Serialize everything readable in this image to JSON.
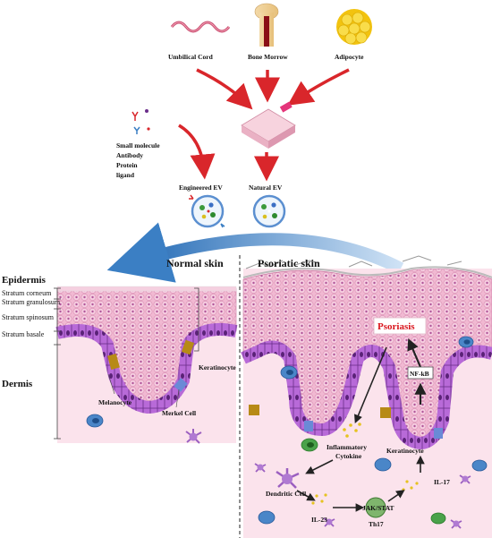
{
  "sources": {
    "umbilical": "Umbilical Cord",
    "bone": "Bone Morrow",
    "adipocyte": "Adipocyte"
  },
  "cargo": [
    "Small molecule",
    "Antibody",
    "Protein",
    "ligand"
  ],
  "ev": {
    "engineered": "Engineered EV",
    "natural": "Natural EV"
  },
  "skin": {
    "normal": "Normal skin",
    "psoriatic": "Psoriatic skin"
  },
  "layers": {
    "epidermis": "Epidermis",
    "corneum": "Stratum corneum",
    "granulosum": "Stratum granulosum",
    "spinosum": "Stratum spinosum",
    "basale": "Stratum  basale",
    "dermis": "Dermis"
  },
  "cells": {
    "keratinocyte_normal": "Keratinocyte",
    "melanocyte": "Melanocyte",
    "merkel": "Merkel Cell",
    "keratinocyte_psor": "Keratinocyte",
    "dendritic": "Dendritic Cell"
  },
  "pathway": {
    "psoriasis": "Psoriasis",
    "nfkb": "NF-kB",
    "cytokine_1": "Inflammatory",
    "cytokine_2": "Cytokine",
    "il23": "IL-23",
    "jakstat": "JAK/STAT",
    "th17": "Th17",
    "il17": "IL-17"
  },
  "colors": {
    "arrow_red": "#d9262b",
    "arrow_blue": "#3b7fc4",
    "skin_pink": "#f3c3d6",
    "basal_purple": "#b76bd6",
    "dermis": "#fbe3ec"
  }
}
